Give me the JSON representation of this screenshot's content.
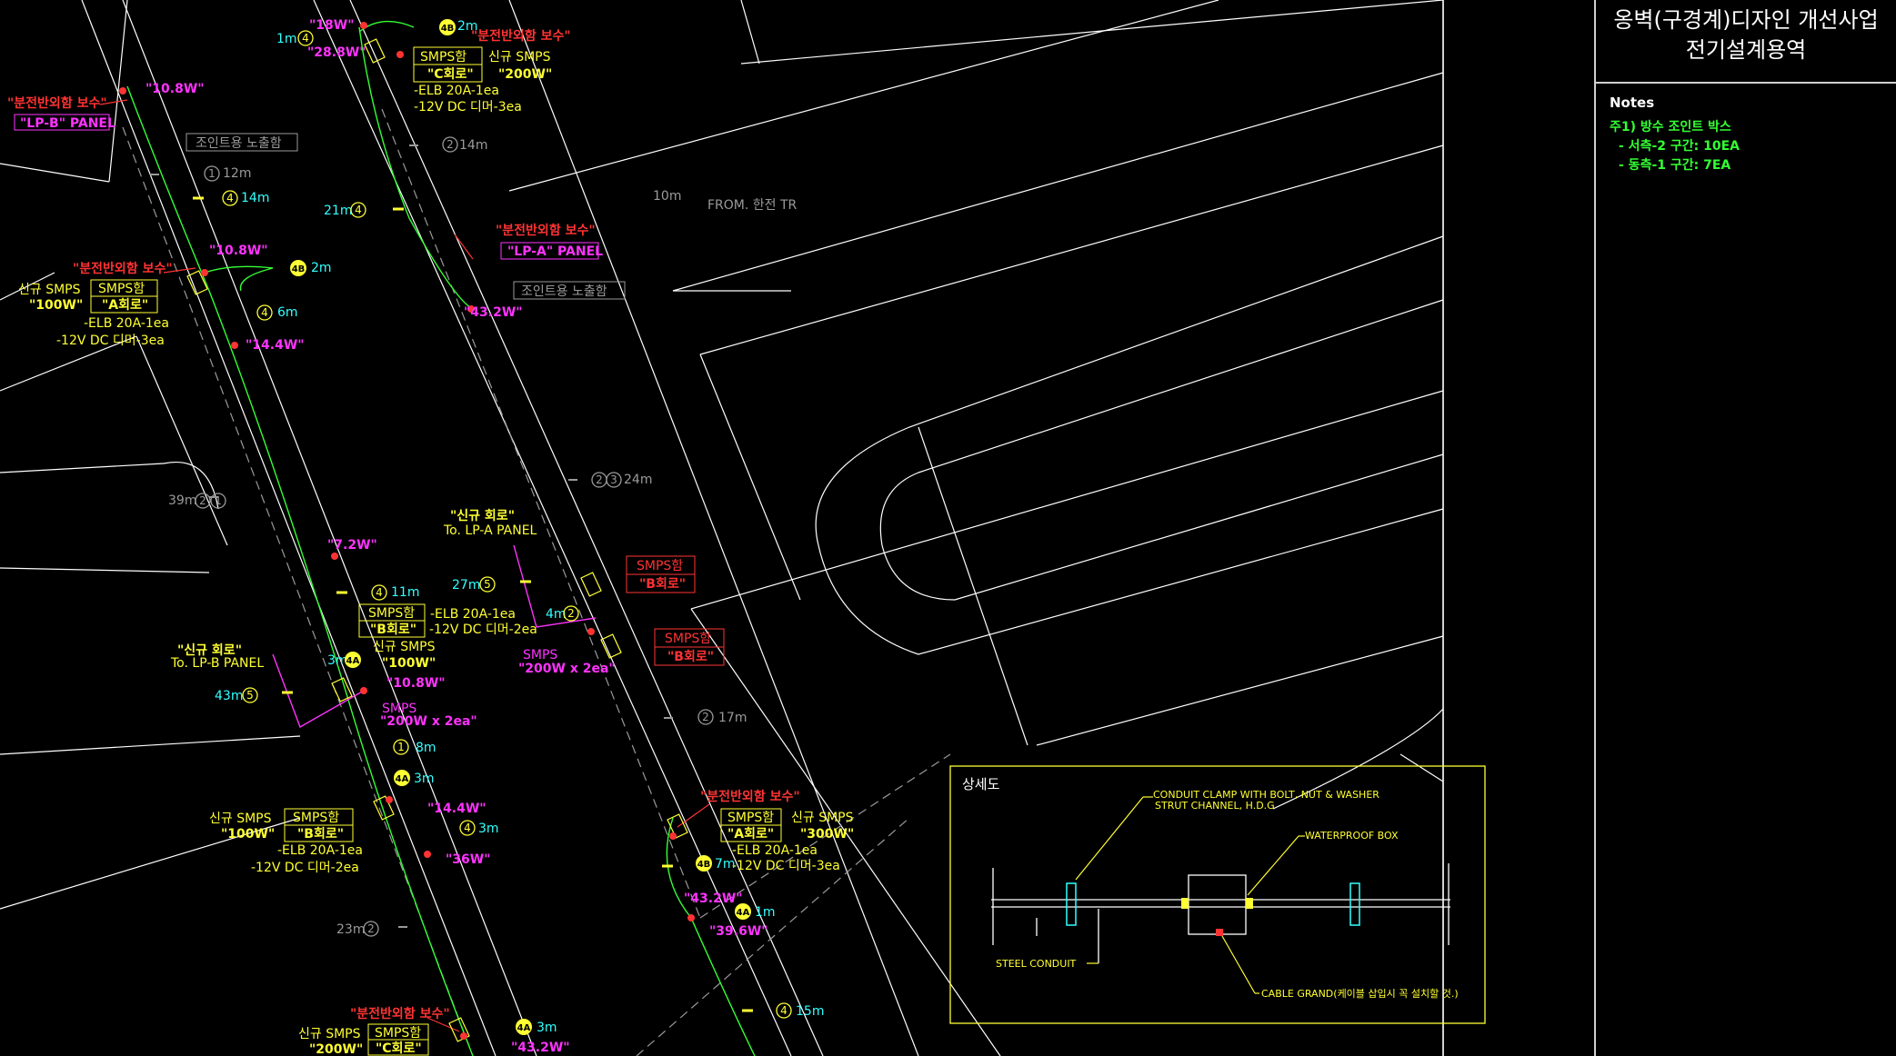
{
  "title_block": {
    "line1": "옹벽(구경계)디자인 개선사업",
    "line2": "전기설계용역"
  },
  "notes": {
    "heading": "Notes",
    "item1": "주1) 방수 조인트 박스",
    "sub1": "- 서측-2 구간: 10EA",
    "sub2": "- 동측-1 구간: 7EA"
  },
  "panels": {
    "lp_b": "\"LP-B\" PANEL",
    "lp_a": "\"LP-A\" PANEL",
    "repair": "\"분전반외함 보수\"",
    "joint_box": "조인트용 노출함",
    "from_tr": "FROM. 한전 TR",
    "from_tr_len": "10m"
  },
  "circuits": {
    "new_circuit": "\"신규 회로\"",
    "to_lp_a": "To. LP-A PANEL",
    "to_lp_b": "To. LP-B PANEL"
  },
  "smps": {
    "box": "SMPS함",
    "new": "신규 SMPS",
    "a_circuit": "\"A회로\"",
    "b_circuit": "\"B회로\"",
    "c_circuit": "\"C회로\"",
    "w100": "\"100W\"",
    "w200": "\"200W\"",
    "w300": "\"300W\"",
    "elb": "-ELB 20A-1ea",
    "dimmer3": "-12V DC 디머-3ea",
    "dimmer2": "-12V DC 디머-2ea",
    "smps": "SMPS",
    "w200x2ea": "\"200W x 2ea\"",
    "w200x2ea_b": "\"200W x 2ea\""
  },
  "loads": {
    "w10_8": "\"10.8W\"",
    "w18": "\"18W\"",
    "w28_8": "\"28.8W\"",
    "w14_4": "\"14.4W\"",
    "w43_2": "\"43.2W\"",
    "w7_2": "\"7.2W\"",
    "w36": "\"36W\"",
    "w39_6": "\"39.6W\""
  },
  "runs": {
    "r12m": "12m",
    "r14m": "14m",
    "r21m": "21m",
    "r2m": "2m",
    "r1m": "1m",
    "r6m": "6m",
    "r24m": "24m",
    "r39m": "39m",
    "r11m": "11m",
    "r27m": "27m",
    "r4m": "4m",
    "r3m": "3m",
    "r43m": "43m",
    "r8m": "8m",
    "r17m": "17m",
    "r7m": "7m",
    "r23m": "23m",
    "r15m": "15m"
  },
  "detail": {
    "title": "상세도",
    "clamp": "CONDUIT CLAMP WITH BOLT, NUT & WASHER",
    "strut": "STRUT CHANNEL, H.D.G",
    "waterproof": "WATERPROOF BOX",
    "steel": "STEEL CONDUIT",
    "gland": "CABLE GRAND(케이블 삽입시 꼭 설치할 것.)"
  },
  "colors": {
    "red": "#ff3333",
    "magenta": "#ff33ff",
    "yellow": "#ffff33",
    "cyan": "#33ffff",
    "green": "#33ff33",
    "white": "#ffffff",
    "gray": "#9a9a9a"
  }
}
